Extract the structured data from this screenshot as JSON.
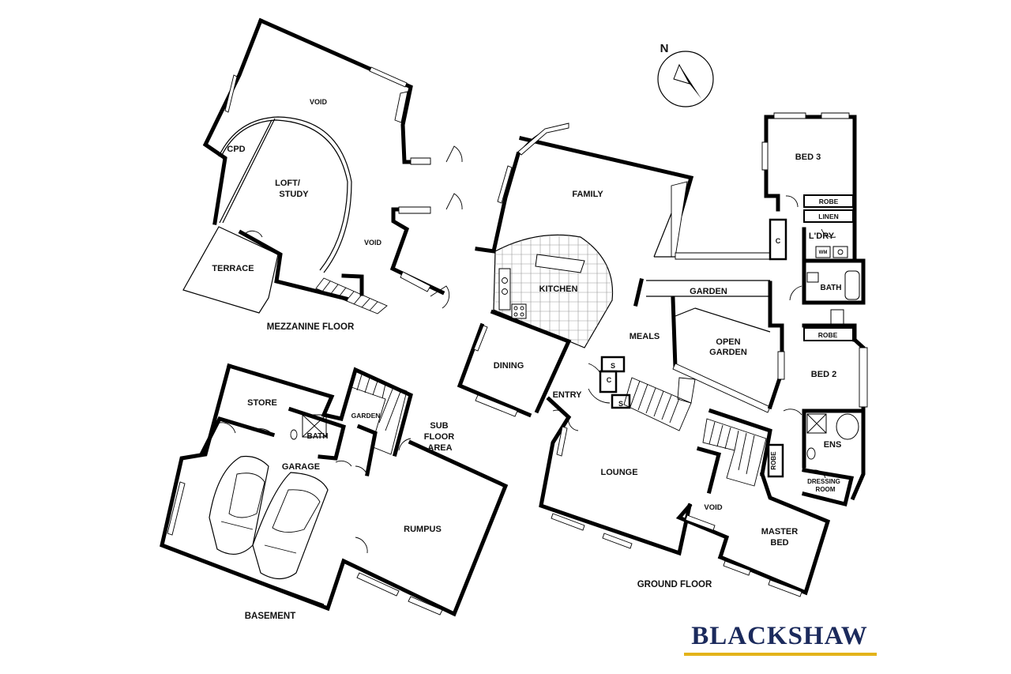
{
  "compass": {
    "label": "N"
  },
  "mezzanine": {
    "floor_label": "MEZZANINE FLOOR",
    "rooms": [
      "VOID",
      "CPD",
      "LOFT/",
      "STUDY",
      "VOID",
      "TERRACE"
    ]
  },
  "ground": {
    "floor_label": "GROUND FLOOR",
    "rooms": [
      "FAMILY",
      "KITCHEN",
      "DINING",
      "MEALS",
      "GARDEN",
      "OPEN",
      "GARDEN",
      "ENTRY",
      "LOUNGE",
      "C",
      "S",
      "S",
      "BED 3",
      "ROBE",
      "LINEN",
      "C",
      "L'DRY",
      "WM",
      "BATH",
      "ROBE",
      "BED 2",
      "ENS",
      "DRESSING",
      "ROOM",
      "ROBE",
      "VOID",
      "MASTER",
      "BED"
    ]
  },
  "basement": {
    "floor_label": "BASEMENT",
    "rooms": [
      "STORE",
      "BATH",
      "GARDEN",
      "SUB",
      "FLOOR",
      "AREA",
      "GARAGE",
      "RUMPUS"
    ]
  },
  "brand": {
    "name": "BLACKSHAW",
    "accent_color": "#e3b31a",
    "text_color": "#1b2a5c"
  }
}
